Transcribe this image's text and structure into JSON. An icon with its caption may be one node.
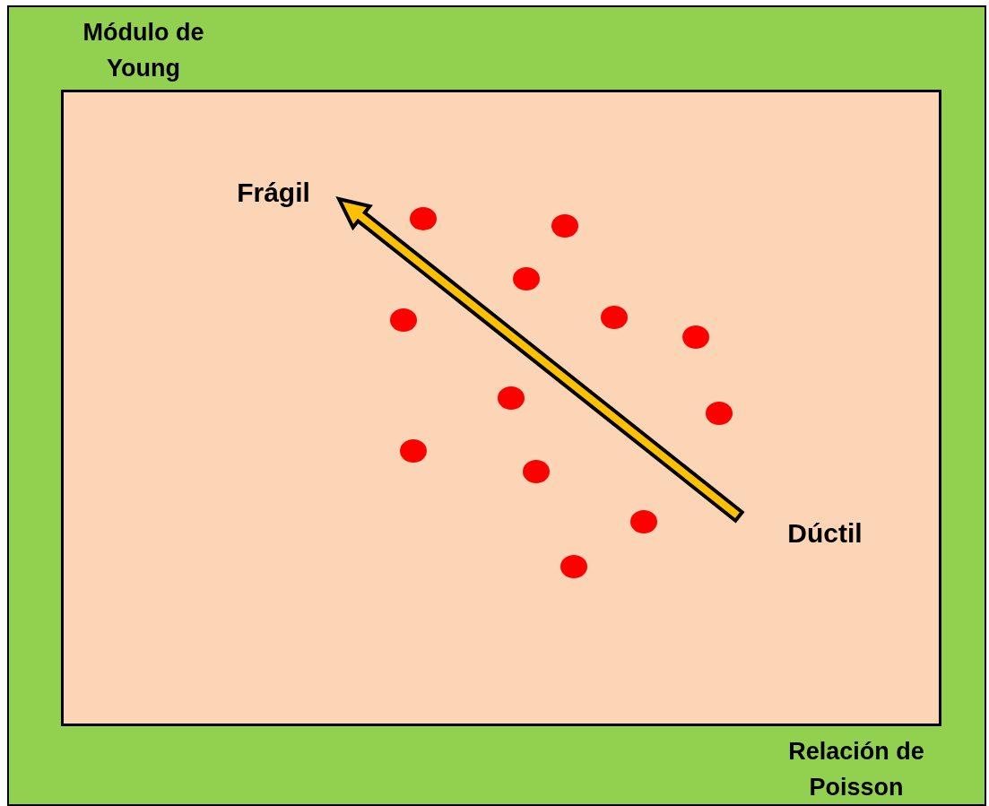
{
  "diagram": {
    "nodes": [
      {
        "text": [
          "Frágil"
        ]
      },
      {
        "text": [
          "Dúctil"
        ]
      }
    ],
    "edges": [
      {
        "from": 1,
        "to": 0,
        "arrow": "to",
        "style": "thick"
      }
    ],
    "labels": [
      "Módulo de Young",
      "Relación de Poisson"
    ]
  }
}
